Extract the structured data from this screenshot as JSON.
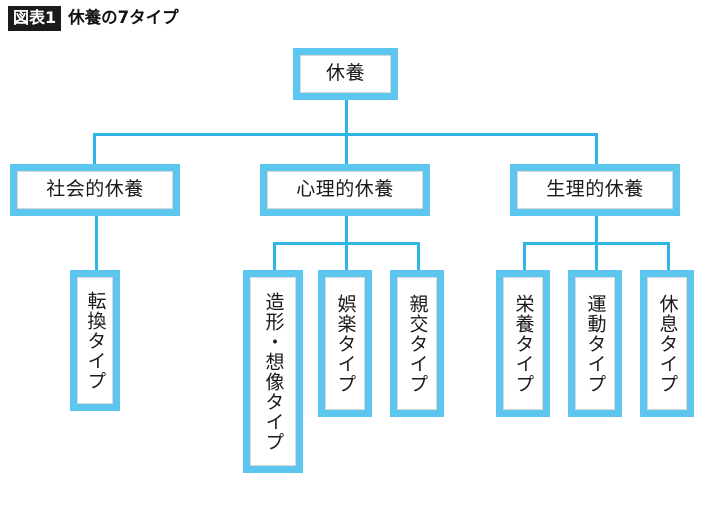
{
  "header": {
    "badge": "図表1",
    "title": "休養の7タイプ"
  },
  "colors": {
    "box_border": "#5cc6ef",
    "connector": "#2fb4e4",
    "box_fill": "#ffffff",
    "inner_rule": "#d9d9d9",
    "badge_bg": "#1b1b1b",
    "text": "#1a1a1a",
    "page_bg": "#ffffff"
  },
  "diagram": {
    "type": "tree",
    "orientation": "top-down",
    "root": {
      "label": "休養"
    },
    "branches": [
      {
        "label": "社会的休養",
        "children": [
          {
            "label": "転換タイプ"
          }
        ]
      },
      {
        "label": "心理的休養",
        "children": [
          {
            "label": "造形・想像タイプ"
          },
          {
            "label": "娯楽タイプ"
          },
          {
            "label": "親交タイプ"
          }
        ]
      },
      {
        "label": "生理的休養",
        "children": [
          {
            "label": "栄養タイプ"
          },
          {
            "label": "運動タイプ"
          },
          {
            "label": "休息タイプ"
          }
        ]
      }
    ]
  }
}
